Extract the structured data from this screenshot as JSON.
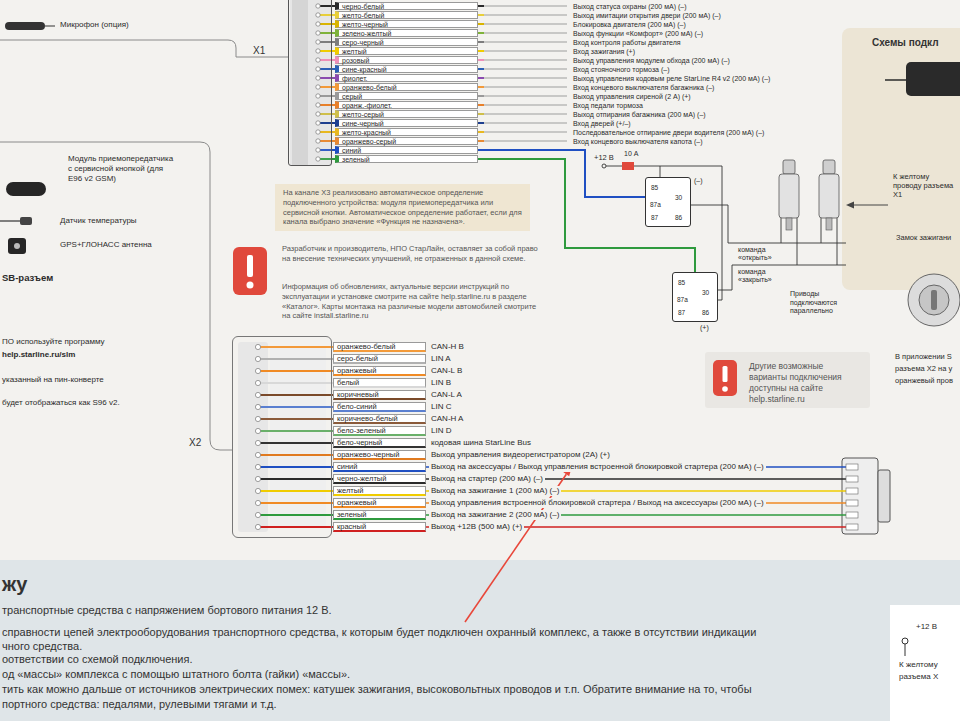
{
  "diagram": {
    "nodes": [
      {
        "text": [
          "X1"
        ]
      },
      {
        "text": [
          "Схемы подкл",
          "К желтому проводу разъема X1",
          "Замок зажигани"
        ]
      },
      {
        "text": [
          "85",
          "30",
          "87a",
          "87",
          "86"
        ]
      },
      {
        "text": [
          "На канале X3 реализовано автоматическое определение подключенного устройства: модуля приемопередатчика или сервисной кнопки. Автоматическое определение работает, если для канала выбрано значение «Функция не назначена»."
        ]
      },
      {
        "text": [
          "Разработчик и производитель, НПО СтарЛайн, оставляет за собой право на внесение технических улучшений, не отраженных в данной схеме.",
          "Информация об обновлениях, актуальные версии инструкций по эксплуатации и установке смотрите на сайте help.starline.ru в разделе «Каталог». Карты монтажа на различные модели автомобилей смотрите на сайте install.starline.ru"
        ]
      },
      {
        "text": [
          "85",
          "30",
          "87a",
          "87",
          "86"
        ]
      },
      {
        "text": [
          "X2"
        ]
      },
      {
        "text": [
          "Другие возможные варианты подключения доступны на сайте help.starline.ru"
        ]
      },
      {
        "text": [
          "жу",
          "транспортные средства с напряжением бортового питания 12 В.",
          "справности цепей электрооборудования транспортного средства, к которым будет подключен охранный комплекс, а также в отсутствии индикации",
          "чного средства.",
          "оответствии со схемой подключения.",
          "од «массы» комплекса с помощью штатного болта (гайки) «массы».",
          "тить как можно дальше от источников электрических помех: катушек зажигания, высоковольтных проводов и т.п. Обратите внимание на то, чтобы",
          "портного средства: педалями, рулевыми тягами и т.д."
        ]
      }
    ],
    "edges": [
      {
        "from": 0,
        "to": 2,
        "arrow": "none",
        "label": "синий"
      },
      {
        "from": 0,
        "to": 5,
        "arrow": "none",
        "label": "зеленый"
      }
    ],
    "labels": [
      "Микрофон (опция)",
      "черно-белый",
      "желто-белый",
      "желто-черный",
      "зелено-желтый",
      "серо-черный",
      "желтый",
      "розовый",
      "сине-красный",
      "фиолет.",
      "оранжево-белый",
      "серый",
      "оранж.-фиолет.",
      "желто-серый",
      "сине-черный",
      "желто-красный",
      "оранжево-серый",
      "Выход статуса охраны (200 мА) (–)",
      "Выход имитации открытия двери (200 мА) (–)",
      "Блокировка двигателя (200 мА) (–)",
      "Выход функции «Комфорт» (200 мА) (–)",
      "Вход контроля работы двигателя",
      "Вход зажигания (+)",
      "Выход управления модулем обхода (200 мА) (–)",
      "Вход стояночного тормоза (–)",
      "Выход управления кодовым реле StarLine R4 v2 (200 мА) (–)",
      "Вход концевого выключателя багажника (–)",
      "Выход управления сиреной (2 А) (+)",
      "Вход педали тормоза",
      "Выход отпирания багажника (200 мА) (–)",
      "Вход дверей (+/–)",
      "Последовательное отпирание двери водителя (200 мА) (–)",
      "Вход концевого выключателя капота (–)",
      "+12 В",
      "10 А",
      "(–)",
      "(+)",
      "команда «открыть»",
      "команда «закрыть»",
      "Приводы подключаются параллельно",
      "Модуль приемопередатчика с сервисной кнопкой (для E96 v2 GSM)",
      "Датчик температуры",
      "GPS+ГЛОНАСС антенна",
      "SB-разъем",
      "ПО используйте программу",
      "help.starline.ru/slm",
      "указанный на пин-конверте",
      "будет отображаться как S96 v2.",
      "В приложении S",
      "разъема X2 на у",
      "оранжевый пров",
      "оранжево-белый",
      "серо-белый",
      "оранжевый",
      "белый",
      "коричневый",
      "бело-синий",
      "коричнево-белый",
      "бело-зеленый",
      "бело-черный",
      "оранжево-черный",
      "синий",
      "черно-желтый",
      "желтый",
      "оранжевый",
      "зеленый",
      "красный",
      "CAN-H B",
      "LIN A",
      "CAN-L B",
      "LIN B",
      "CAN-L A",
      "LIN C",
      "CAN-H A",
      "LIN D",
      "кодовая шина StarLine Bus",
      "Выход управления видеорегистратором (2А) (+)",
      "Выход на аксессуары / Выход управления встроенной блокировкой стартера (200 мА) (–)",
      "Выход на стартер (200 мА) (–)",
      "Выход на зажигание 1 (200 мА) (–)",
      "Выход управления встроенной блокировкой стартера / Выход на аксессуары (200 мА) (–)",
      "Выход на зажигание 2 (200 мА) (–)",
      "Выход +12В (500 мА) (+)",
      "+12 В",
      "К желтому",
      "разъема X"
    ]
  }
}
